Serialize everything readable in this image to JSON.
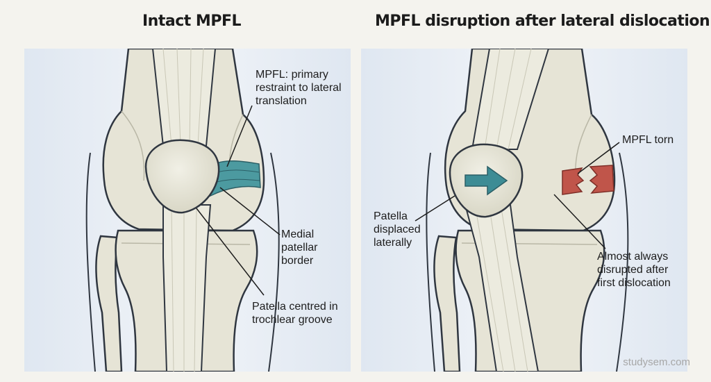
{
  "titles": {
    "left": "Intact MPFL",
    "right": "MPFL disruption after lateral dislocation"
  },
  "left_labels": {
    "mpfl": "MPFL: primary\nrestraint to lateral\ntranslation",
    "medial_border": "Medial\npatellar\nborder",
    "centred": "Patella centred in\ntrochlear groove"
  },
  "right_labels": {
    "torn": "MPFL torn",
    "displaced": "Patella\ndisplaced\nlaterally",
    "disrupted": "Almost always\ndisrupted after\nfirst dislocation"
  },
  "watermark": "studysem.com",
  "colors": {
    "background_panel": "#e8eef6",
    "bone": "#e7e5d7",
    "bone_outline": "#2f3640",
    "ligament_intact": "#4c9aa0",
    "ligament_torn": "#c0554a",
    "arrow": "#3d8c95"
  }
}
